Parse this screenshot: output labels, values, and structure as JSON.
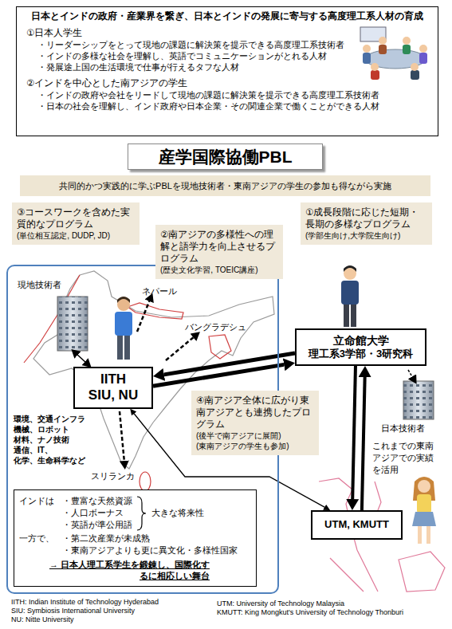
{
  "diagram": {
    "nodes": [
      {
        "text": [
          "日本とインドの政府・産業界を繋ぎ、日本とインドの発展に寄与する高度理工系人材の育成",
          "①日本人学生",
          "・リーダーシップをとって現地の課題に解決策を提示できる高度理工系技術者",
          "・インドの多様な社会を理解し、英語でコミュニケーションがとれる人材",
          "・発展途上国の生活環境で仕事が行えるタフな人材",
          "②インドを中心とした南アジアの学生",
          "・インドの政府や会社をリードして現地の課題に解決策を提示できる高度理工系技術者",
          "・日本の社会を理解し、インド政府や日本企業・その関連企業で働くことができる人材"
        ]
      },
      {
        "text": [
          "産学国際協働PBL"
        ]
      },
      {
        "text": [
          "共同的かつ実践的に学ぶPBLを現地技術者・東南アジアの学生の参加も得ながら実施"
        ]
      },
      {
        "text": [
          "③コースワークを含めた実質的なプログラム",
          "(単位相互認定, DUDP, JD)"
        ]
      },
      {
        "text": [
          "②南アジアの多様性への理解と語学力を向上させるプログラム",
          "(歴史文化学習, TOEIC講座)"
        ]
      },
      {
        "text": [
          "①成長段階に応じた短期・長期の多様なプログラム",
          "(学部生向け,大学院生向け)"
        ]
      },
      {
        "text": [
          "環境、交通インフラ",
          "機械、ロボット",
          "材料、ナノ技術",
          "通信、IT、",
          "化学、生命科学など"
        ]
      },
      {
        "text": [
          "IITH",
          "SIU, NU"
        ],
        "in": 6
      },
      {
        "text": [
          "インドは",
          "・豊富な天然資源",
          "・人口ボーナス",
          "・英語が準公用語",
          "大きな将来性",
          "一方で、",
          "・第二次産業が未成熟",
          "・東南アジアよりも更に異文化・多様性国家",
          "→ 日本人理工系学生を鍛錬し、国際化するに相応しい舞台"
        ],
        "in": 6
      },
      {
        "text": [
          "立命館大学",
          "理工系3学部・3研究科"
        ]
      },
      {
        "text": [
          "④南アジア全体に広がり東南アジアとも連携したプログラム",
          "(後半で南アジアに展開)",
          "(東南アジアの学生も参加)"
        ]
      },
      {
        "text": [
          "UTM, KMUTT"
        ]
      }
    ],
    "edges": [
      {
        "from": 7,
        "to": 9,
        "arrow": "to"
      },
      {
        "from": 9,
        "to": 7,
        "arrow": "to"
      },
      {
        "from": 7,
        "to": 11,
        "arrow": "both"
      },
      {
        "from": 9,
        "to": 11,
        "arrow": "to"
      },
      {
        "from": 11,
        "to": 9,
        "arrow": "to"
      }
    ],
    "labels": [
      "現地技術者",
      "ネパール",
      "バングラデシュ",
      "スリランカ",
      "日本技術者",
      "これまでの東南アジアでの実績を活用",
      "IITH: Indian Institute of Technology Hyderabad",
      "SIU: Symbiosis International University",
      "NU: Nitte University",
      "UTM: University of Technology Malaysia",
      "KMUTT: King Mongkut's University of Technology Thonburi"
    ]
  }
}
